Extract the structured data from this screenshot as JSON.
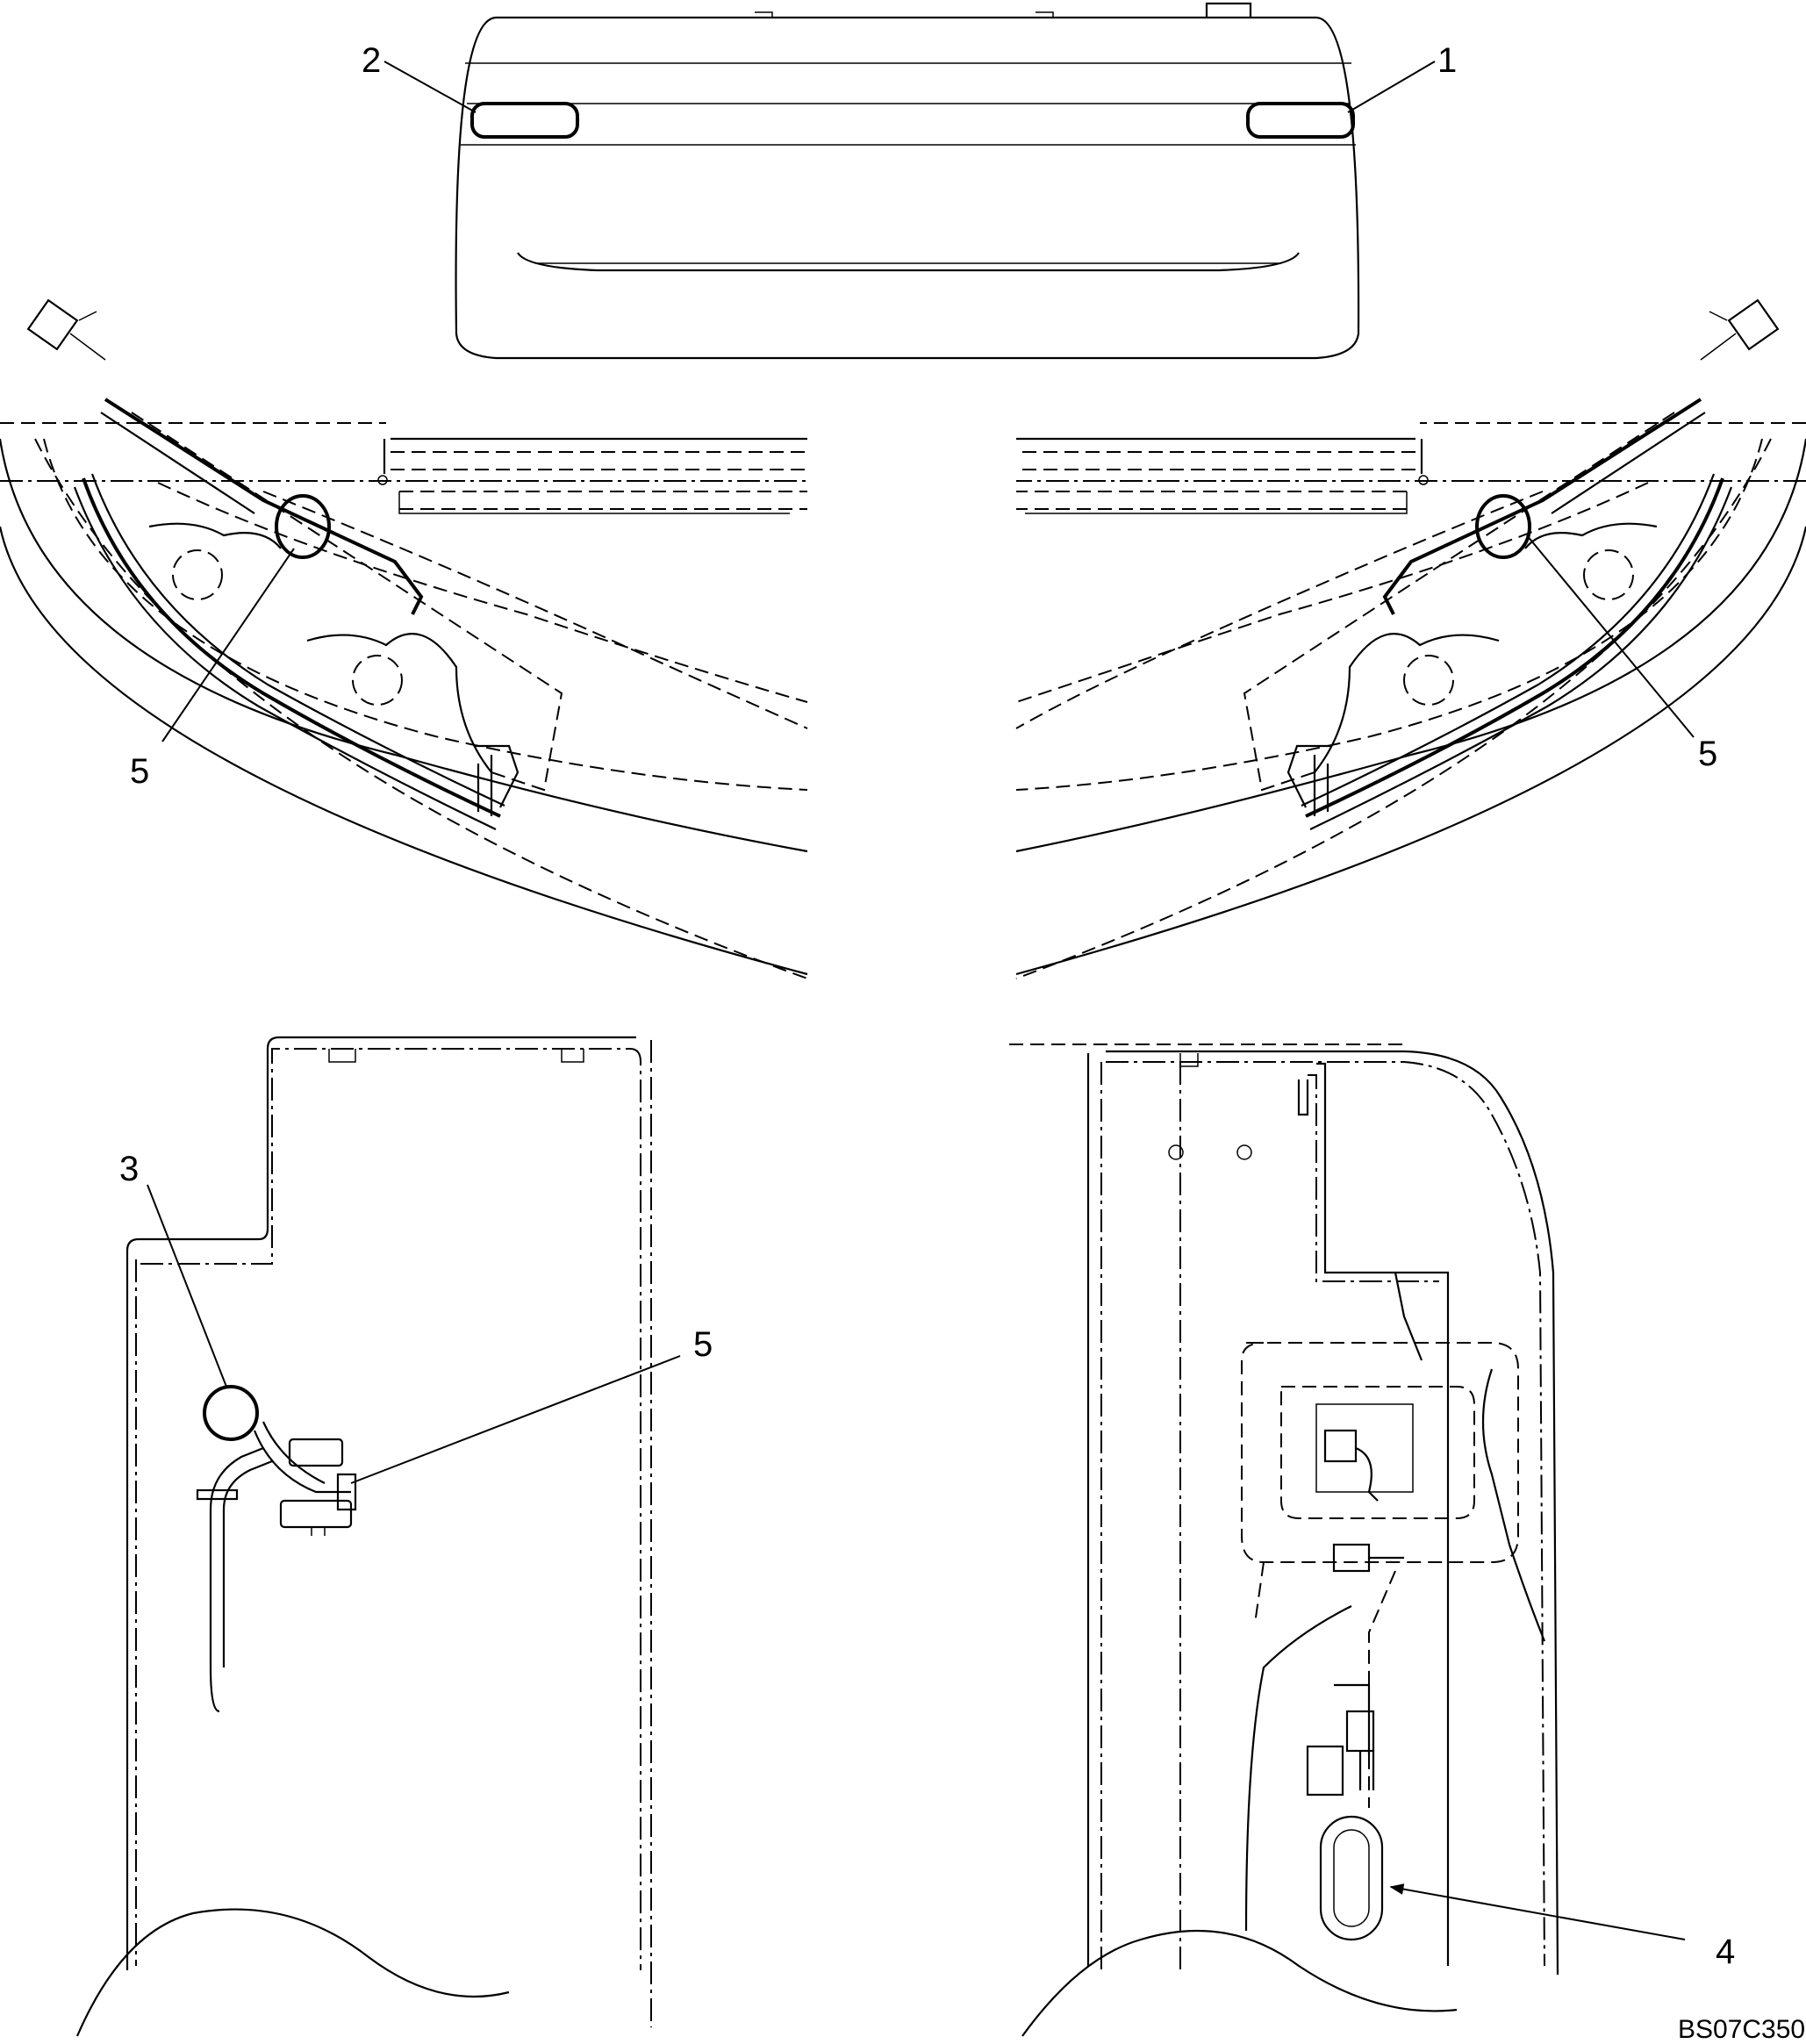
{
  "callouts": {
    "c1": "1",
    "c2": "2",
    "c3": "3",
    "c4": "4",
    "c5_left": "5",
    "c5_right": "5",
    "c5_bottom": "5"
  },
  "drawing_code": "BS07C350",
  "colors": {
    "line": "#000000",
    "background": "#ffffff"
  }
}
